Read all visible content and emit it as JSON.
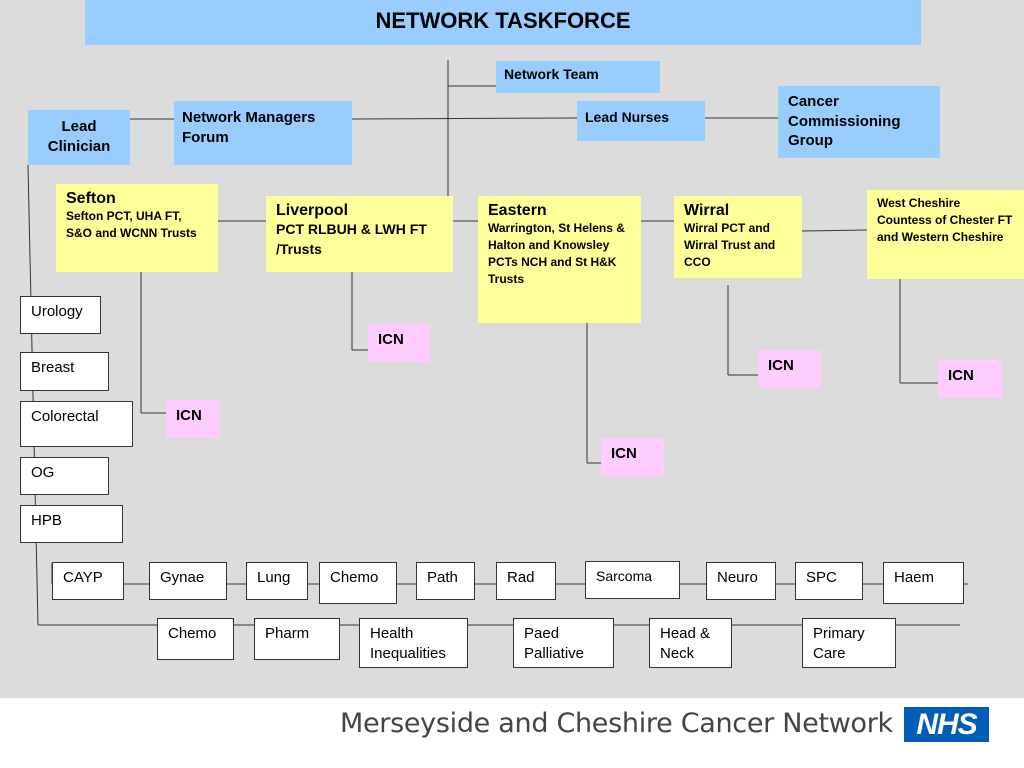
{
  "title": "NETWORK TASKFORCE",
  "top_boxes": {
    "network_team": "Network  Team",
    "lead_clinician": "Lead Clinician",
    "network_managers_forum": "Network Managers Forum",
    "lead_nurses": "Lead Nurses",
    "cancer_commissioning_group": "Cancer Commissioning Group"
  },
  "networks": [
    {
      "title": "Sefton",
      "subtitle": "Sefton PCT, UHA FT, S&O and WCNN Trusts"
    },
    {
      "title": "Liverpool",
      "subtitle": "PCT RLBUH & LWH FT /Trusts"
    },
    {
      "title": "Eastern",
      "subtitle": "Warrington, St Helens & Halton and Knowsley  PCTs NCH and St H&K Trusts"
    },
    {
      "title": "Wirral",
      "subtitle": "Wirral PCT and Wirral Trust and CCO"
    },
    {
      "title": "",
      "subtitle": "West Cheshire Countess of Chester FT and Western Cheshire"
    }
  ],
  "icn_label": "ICN",
  "left_groups": [
    "Urology",
    "Breast",
    "Colorectal",
    "OG",
    "HPB"
  ],
  "row1_groups": [
    "CAYP",
    "Gynae",
    "Lung",
    "Chemo",
    "Path",
    "Rad",
    "Sarcoma",
    "Neuro",
    "SPC",
    "Haem"
  ],
  "row2_groups": [
    "Chemo",
    "Pharm",
    "Health Inequalities",
    "Paed Palliative",
    "Head & Neck",
    "Primary Care"
  ],
  "footer": {
    "organisation": "Merseyside and Cheshire Cancer Network",
    "logo": "NHS"
  },
  "colors": {
    "blue_box": "#99ccff",
    "yellow_box": "#ffff99",
    "pink_box": "#ffccff",
    "background": "#dcdcdc",
    "nhs_blue": "#005eb8"
  }
}
